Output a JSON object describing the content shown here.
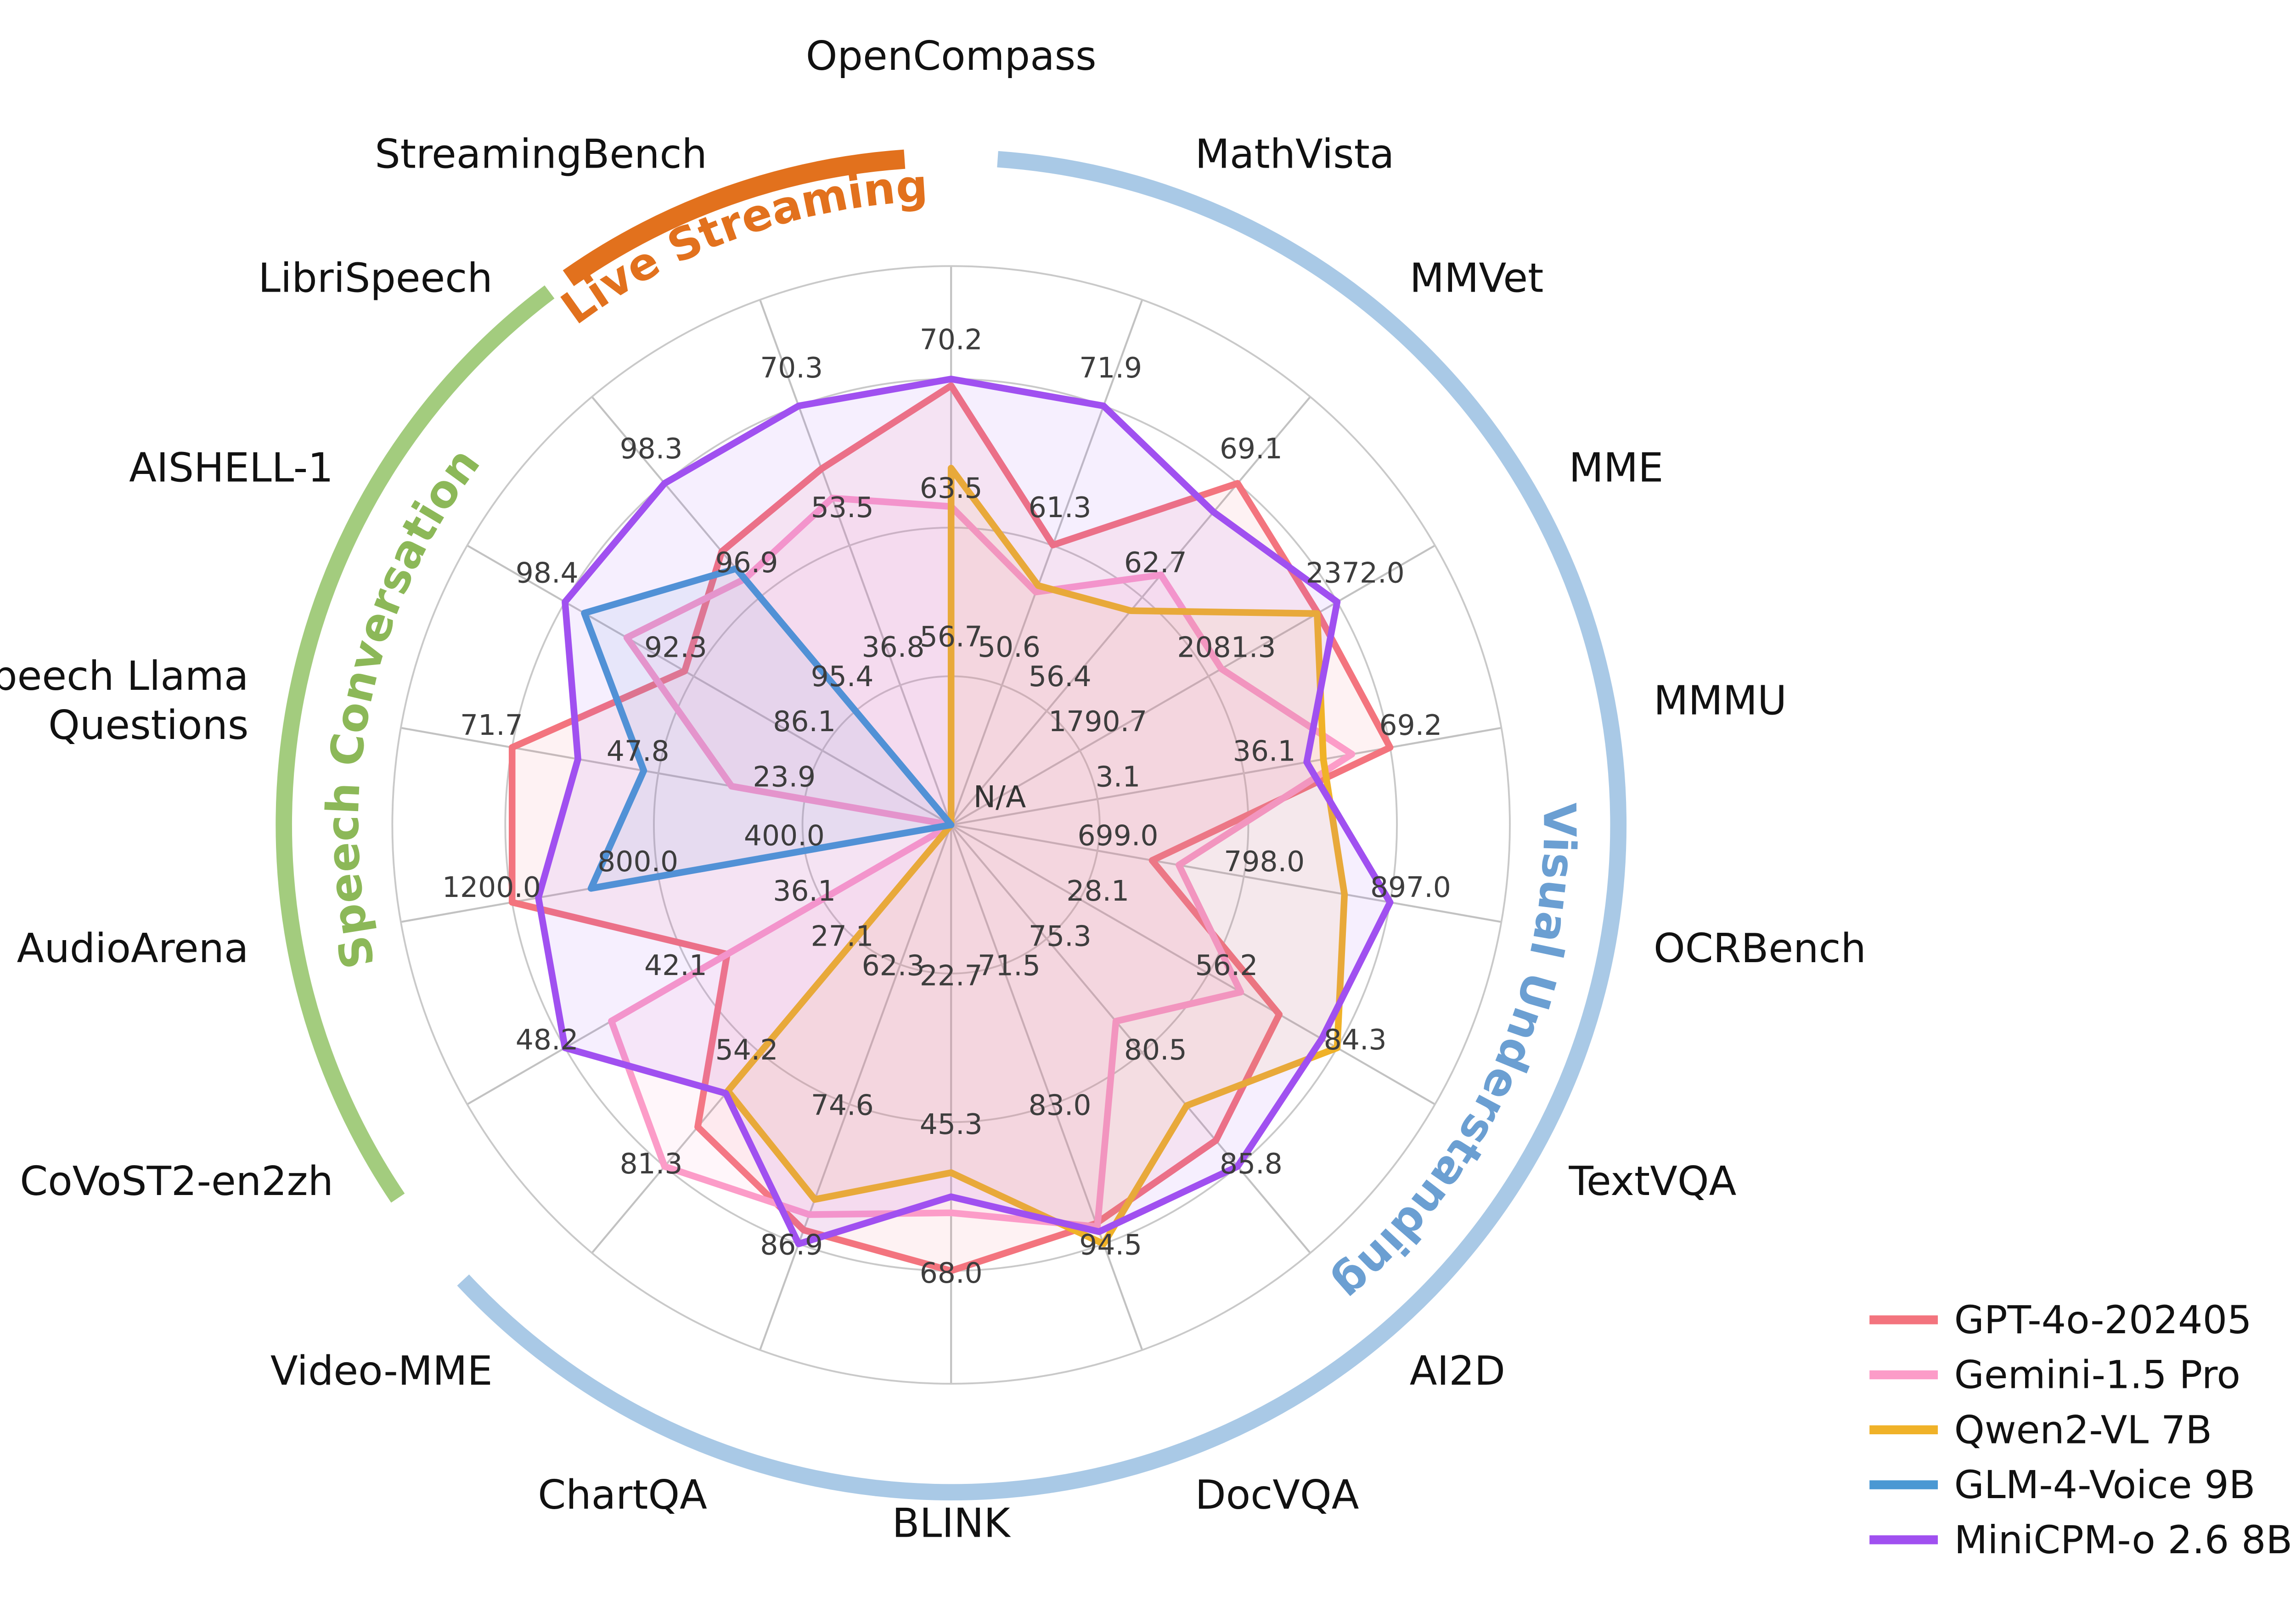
{
  "chart_data": {
    "type": "radar",
    "title": "",
    "center_label": "N/A",
    "legend_position": "bottom-right",
    "grid": true,
    "rings_fraction": [
      0.333,
      0.667,
      1.0
    ],
    "axes": [
      {
        "label": "OpenCompass",
        "ticks": [
          "70.2",
          "63.5",
          "56.7"
        ],
        "group": null
      },
      {
        "label": "MathVista",
        "ticks": [
          "71.9",
          "61.3",
          "50.6"
        ],
        "group": "Visual Understanding"
      },
      {
        "label": "MMVet",
        "ticks": [
          "69.1",
          "62.7",
          "56.4"
        ],
        "group": "Visual Understanding"
      },
      {
        "label": "MME",
        "ticks": [
          "2372.0",
          "2081.3",
          "1790.7"
        ],
        "group": "Visual Understanding"
      },
      {
        "label": "MMMU",
        "ticks": [
          "69.2",
          "36.1",
          "3.1"
        ],
        "group": "Visual Understanding"
      },
      {
        "label": "OCRBench",
        "ticks": [
          "897.0",
          "798.0",
          "699.0"
        ],
        "group": "Visual Understanding"
      },
      {
        "label": "TextVQA",
        "ticks": [
          "84.3",
          "56.2",
          "28.1"
        ],
        "group": "Visual Understanding"
      },
      {
        "label": "AI2D",
        "ticks": [
          "85.8",
          "80.5",
          "75.3"
        ],
        "group": "Visual Understanding"
      },
      {
        "label": "DocVQA",
        "ticks": [
          "94.5",
          "83.0",
          "71.5"
        ],
        "group": "Visual Understanding"
      },
      {
        "label": "BLINK",
        "ticks": [
          "68.0",
          "45.3",
          "22.7"
        ],
        "group": "Visual Understanding"
      },
      {
        "label": "ChartQA",
        "ticks": [
          "86.9",
          "74.6",
          "62.3"
        ],
        "group": "Visual Understanding"
      },
      {
        "label": "Video-MME",
        "ticks": [
          "81.3",
          "54.2",
          "27.1"
        ],
        "group": "Visual Understanding"
      },
      {
        "label": "CoVoST2-en2zh",
        "ticks": [
          "48.2",
          "42.1",
          "36.1"
        ],
        "group": "Speech Conversation"
      },
      {
        "label": "AudioArena",
        "ticks": [
          "1200.0",
          "800.0",
          "400.0"
        ],
        "group": "Speech Conversation"
      },
      {
        "label": "Speech Llama\nQuestions",
        "ticks": [
          "71.7",
          "47.8",
          "23.9"
        ],
        "group": "Speech Conversation"
      },
      {
        "label": "AISHELL-1",
        "ticks": [
          "98.4",
          "92.3",
          "86.1"
        ],
        "group": "Speech Conversation"
      },
      {
        "label": "LibriSpeech",
        "ticks": [
          "98.3",
          "96.9",
          "95.4"
        ],
        "group": "Speech Conversation"
      },
      {
        "label": "StreamingBench",
        "ticks": [
          "70.3",
          "53.5",
          "36.8"
        ],
        "group": "Live Streaming"
      }
    ],
    "groups": [
      {
        "label": "Visual Understanding",
        "arc_color": "#a9c9e6",
        "text_color": "#6b9fd2",
        "start_deg": 4,
        "end_deg": 227,
        "text_center_deg": 114,
        "text_radius": 399,
        "width": 11
      },
      {
        "label": "Speech Conversation",
        "arc_color": "#a3cc7e",
        "text_color": "#8cb858",
        "start_deg": 236,
        "end_deg": 323,
        "text_center_deg": 282,
        "text_radius": 399,
        "width": 11
      },
      {
        "label": "Live Streaming",
        "arc_color": "#e2711d",
        "text_color": "#e2711d",
        "start_deg": 325,
        "end_deg": 356,
        "text_center_deg": 340.5,
        "text_radius": 420,
        "width": 13
      }
    ],
    "series": [
      {
        "name": "GPT-4o-202405",
        "color": "#f3747e",
        "radii": [
          0.985,
          0.668,
          1.0,
          0.95,
          1.0,
          0.458,
          0.85,
          0.924,
          0.951,
          1.0,
          0.967,
          0.884,
          0.58,
          1.0,
          1.0,
          0.69,
          0.8,
          0.85
        ]
      },
      {
        "name": "Gemini-1.5 Pro",
        "color": "#fc9cc8",
        "radii": [
          0.714,
          0.556,
          0.732,
          0.7,
          0.913,
          0.519,
          0.75,
          0.575,
          0.959,
          0.87,
          0.93,
          1.0,
          0.88,
          0.0,
          0.5,
          0.84,
          0.72,
          0.78
        ]
      },
      {
        "name": "Qwen2-VL 7B",
        "color": "#f0b228",
        "radii": [
          0.8,
          0.571,
          0.627,
          0.948,
          0.848,
          0.896,
          1.0,
          0.822,
          1.0,
          0.78,
          0.894,
          0.779,
          0.0,
          0.0,
          0.0,
          0.0,
          0.0,
          0.0
        ]
      },
      {
        "name": "GLM-4-Voice 9B",
        "color": "#4a98d3",
        "radii": [
          0.0,
          0.0,
          0.0,
          0.0,
          0.0,
          0.0,
          0.0,
          0.0,
          0.0,
          0.0,
          0.0,
          0.0,
          0.0,
          0.82,
          0.7,
          0.95,
          0.75,
          0.0
        ]
      },
      {
        "name": "MiniCPM-o 2.6 8B",
        "color": "#a050f0",
        "radii": [
          1.0,
          1.0,
          0.916,
          1.0,
          0.81,
          1.0,
          0.96,
          1.0,
          0.971,
          0.834,
          1.0,
          0.786,
          1.0,
          0.94,
          0.85,
          1.0,
          1.0,
          1.0
        ]
      }
    ]
  }
}
